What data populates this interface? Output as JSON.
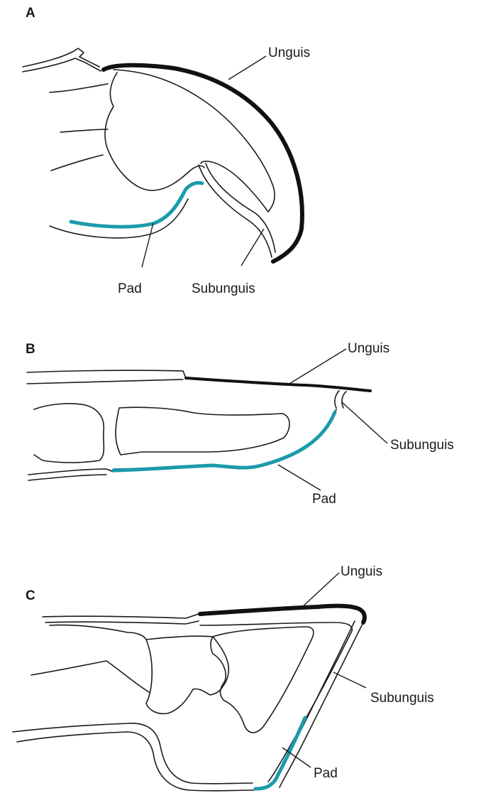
{
  "colors": {
    "pad": "#1a9bab",
    "nail": "#111111",
    "line": "#1a1a1a"
  },
  "panels": [
    {
      "letter": "A",
      "labels": {
        "unguis": "Unguis",
        "pad": "Pad",
        "subunguis": "Subunguis"
      }
    },
    {
      "letter": "B",
      "labels": {
        "unguis": "Unguis",
        "subunguis": "Subunguis",
        "pad": "Pad"
      }
    },
    {
      "letter": "C",
      "labels": {
        "unguis": "Unguis",
        "subunguis": "Subunguis",
        "pad": "Pad"
      }
    }
  ]
}
